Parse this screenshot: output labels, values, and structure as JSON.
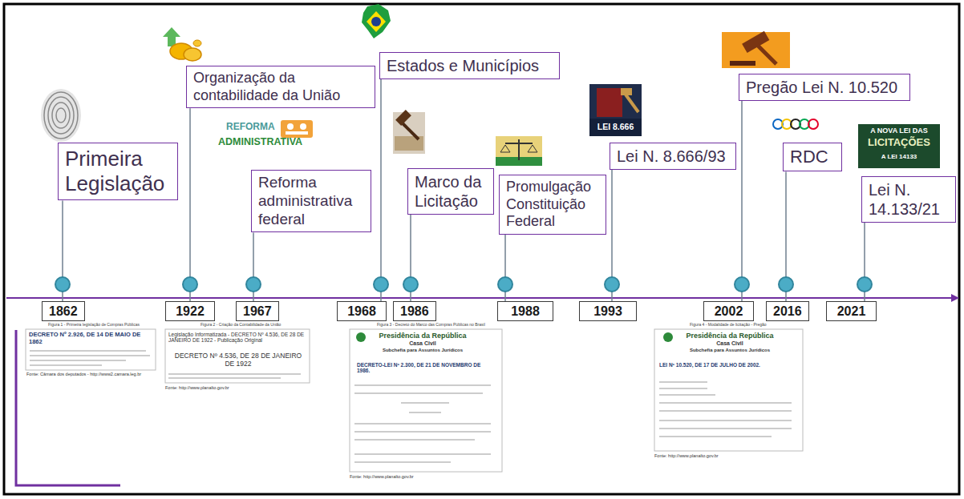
{
  "diagram": {
    "nodes": [
      {
        "text": [
          "Primeira Legislação"
        ]
      },
      {
        "text": [
          "Organização da contabilidade da União"
        ]
      },
      {
        "text": [
          "Reforma administrativa federal"
        ]
      },
      {
        "text": [
          "Estados e Municípios"
        ]
      },
      {
        "text": [
          "Marco da Licitação"
        ]
      },
      {
        "text": [
          "Promulgação Constituição Federal"
        ]
      },
      {
        "text": [
          "Lei N. 8.666/93"
        ]
      },
      {
        "text": [
          "Pregão Lei N. 10.520"
        ]
      },
      {
        "text": [
          "RDC"
        ]
      },
      {
        "text": [
          "Lei N. 14.133/21"
        ]
      },
      {
        "text": [
          "1862"
        ]
      },
      {
        "text": [
          "1922"
        ]
      },
      {
        "text": [
          "1967"
        ]
      },
      {
        "text": [
          "1968"
        ]
      },
      {
        "text": [
          "1986"
        ]
      },
      {
        "text": [
          "1988"
        ]
      },
      {
        "text": [
          "1993"
        ]
      },
      {
        "text": [
          "2002"
        ]
      },
      {
        "text": [
          "2016"
        ]
      },
      {
        "text": [
          "2021"
        ]
      }
    ],
    "edges": [
      {
        "from": 10,
        "to": 0,
        "arrow": "none"
      },
      {
        "from": 11,
        "to": 1,
        "arrow": "none"
      },
      {
        "from": 12,
        "to": 2,
        "arrow": "none"
      },
      {
        "from": 13,
        "to": 3,
        "arrow": "none"
      },
      {
        "from": 14,
        "to": 4,
        "arrow": "none"
      },
      {
        "from": 15,
        "to": 5,
        "arrow": "none"
      },
      {
        "from": 16,
        "to": 6,
        "arrow": "none"
      },
      {
        "from": 17,
        "to": 7,
        "arrow": "none"
      },
      {
        "from": 18,
        "to": 8,
        "arrow": "none"
      },
      {
        "from": 19,
        "to": 9,
        "arrow": "none"
      }
    ],
    "labels": [
      "Figura 1 - Primeira legislação de Compras Públicas",
      "DECRETO Nº 2.926, DE 14 DE MAIO DE 1862",
      "Fonte: Câmara dos deputados - http://www2.camara.leg.br",
      "Figura 2 - Criação da Contabilidade da União",
      "Legislação Informatizada - DECRETO Nº 4.536, DE 28 DE JANEIRO DE 1922 - Publicação Original",
      "DECRETO Nº 4.536, DE 28 DE JANEIRO DE 1922",
      "Fonte: http://www.planalto.gov.br",
      "Figura 3 - Decreto do Marco das Compras Públicas no Brasil",
      "Presidência da República",
      "Casa Civil",
      "Subchefia para Assuntos Jurídicos",
      "DECRETO-LEI Nº 2.300, DE 21 DE NOVEMBRO DE 1986.",
      "Fonte: http://www.planalto.gov.br",
      "Figura 4 - Modalidade de licitação - Pregão",
      "Presidência da República",
      "Casa Civil",
      "Subchefia para Assuntos Jurídicos",
      "LEI Nº 10.520, DE 17 DE JULHO DE 2002.",
      "Fonte: http://www.planalto.gov.br",
      "REFORMA",
      "ADMINISTRATIVA",
      "LEI 8.666",
      "A NOVA LEI DAS",
      "LICITAÇÕES",
      "A LEI 14133"
    ]
  }
}
